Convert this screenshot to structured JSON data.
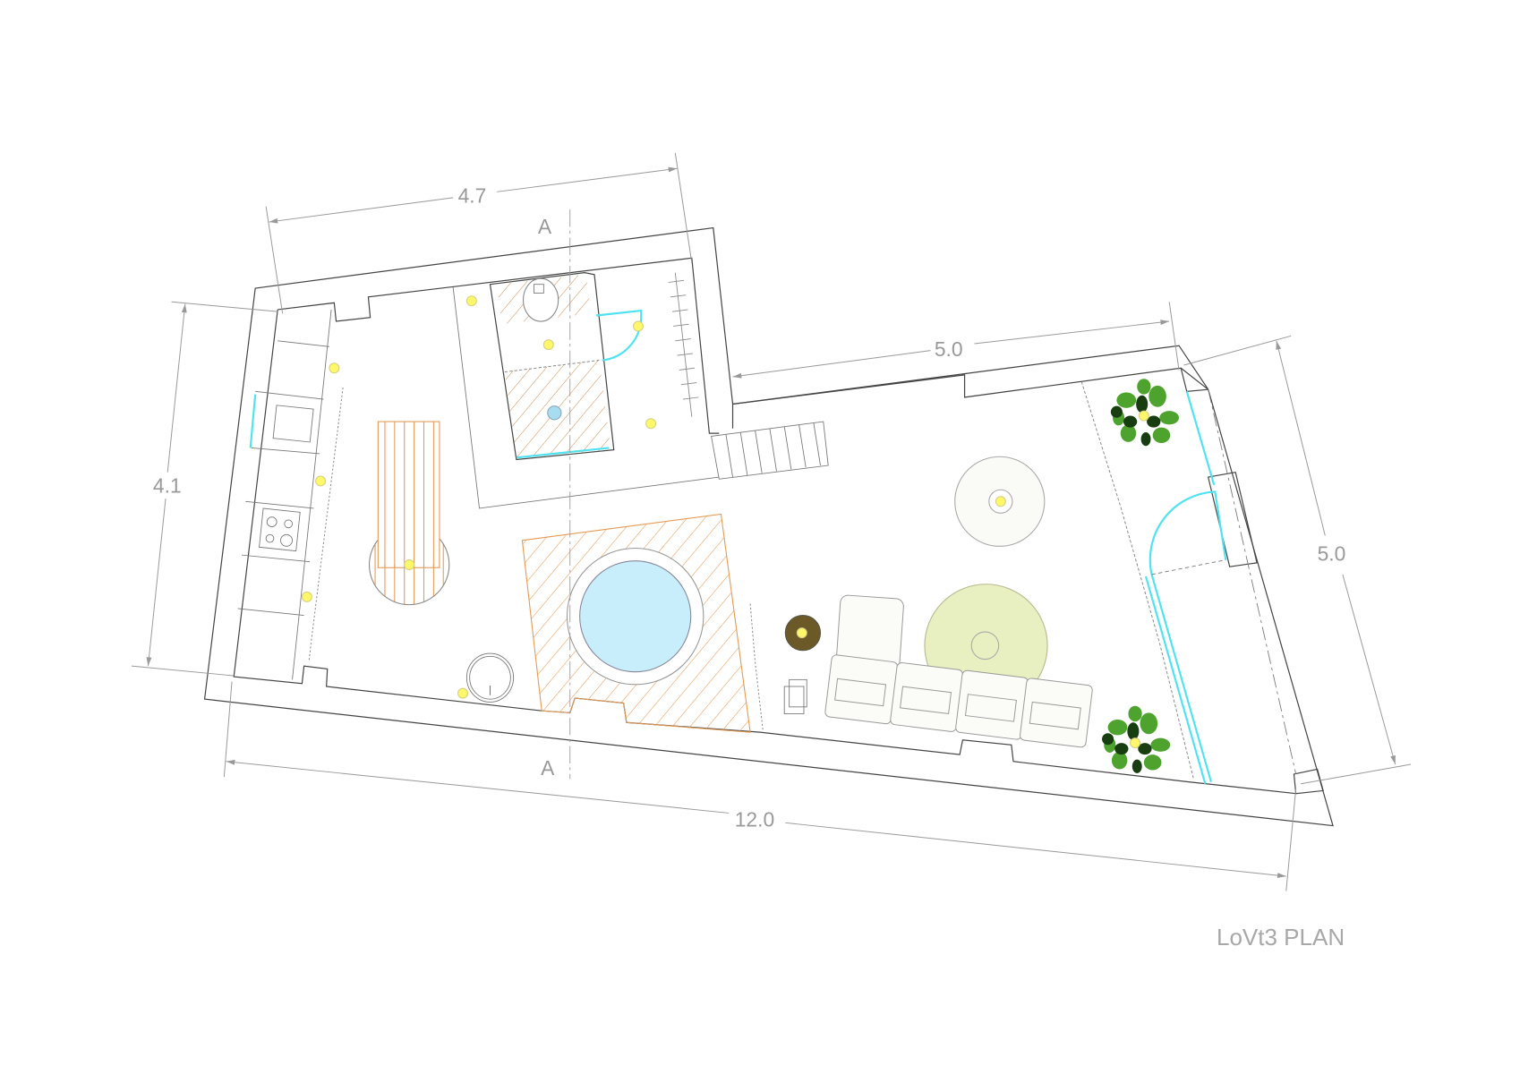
{
  "title": "LoVt3 PLAN",
  "dimensions": {
    "top_left_width": "4.7",
    "top_right_width": "5.0",
    "left_depth": "4.1",
    "right_depth": "5.0",
    "total_length": "12.0"
  },
  "section_markers": {
    "top": "A",
    "bottom": "A"
  },
  "colors": {
    "walls": "#444444",
    "dimension": "#999999",
    "glass": "#4fe3f0",
    "pool": "#c8eefc",
    "wood_hatch": "#e39a55",
    "light": "#fff86a",
    "rug": "#e8efc0",
    "plant": "#3f9a2a"
  }
}
